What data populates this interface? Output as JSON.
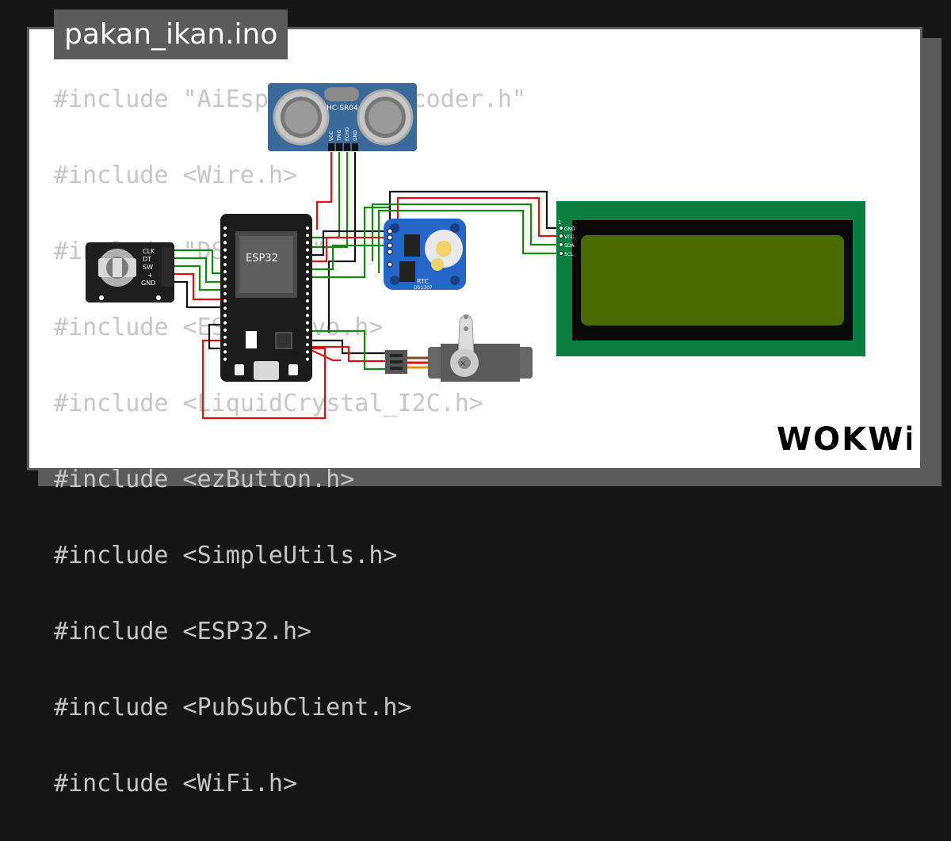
{
  "project": {
    "filename": "pakan_ikan.ino"
  },
  "code_lines": [
    "#include \"AiEsp32RotaryEncoder.h\"",
    "#include <Wire.h>",
    "#include \"DS1307.h\"",
    "#include <ESP32Servo.h>",
    "#include <LiquidCrystal_I2C.h>",
    "#include <ezButton.h>",
    "#include <SimpleUtils.h>",
    "#include <ESP32.h>",
    "#include <PubSubClient.h>",
    "#include <WiFi.h>"
  ],
  "components": {
    "ultrasonic": {
      "label": "HC-SR04",
      "pins": [
        "VCC",
        "TRIG",
        "ECHO",
        "GND"
      ]
    },
    "encoder": {
      "pins": [
        "CLK",
        "DT",
        "SW",
        "+",
        "GND"
      ]
    },
    "esp32": {
      "label": "ESP32"
    },
    "rtc": {
      "label": "RTC",
      "sublabel": "DS1307"
    },
    "lcd": {
      "pin1": "1",
      "pins": [
        "GND",
        "VCC",
        "SDA",
        "SCL"
      ],
      "screen_color": "#4a6a00",
      "board_color": "#0b7f3f"
    },
    "servo": {}
  },
  "brand": {
    "logo_text": "WOKWi"
  },
  "colors": {
    "wire_red": "#e01010",
    "wire_green": "#148a14",
    "wire_black": "#111111",
    "card_border": "#5b5b5b",
    "code_text": "#c6c6c6"
  }
}
